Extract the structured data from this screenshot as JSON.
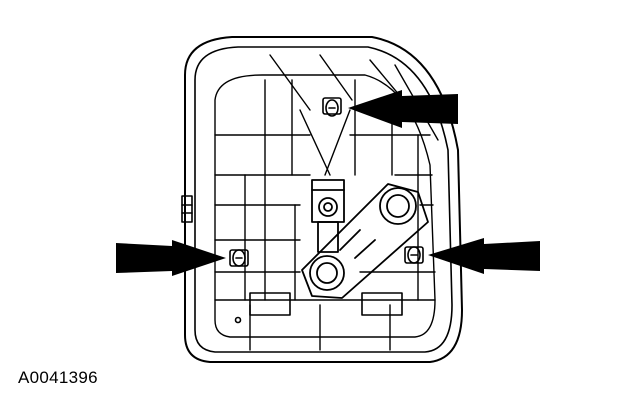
{
  "figure": {
    "reference_code": "A0041396",
    "subject": "rear-view-of-panel-with-clips",
    "callouts": [
      {
        "name": "upper-clip-arrow",
        "points_to": "upper-clip"
      },
      {
        "name": "left-clip-arrow",
        "points_to": "left-clip"
      },
      {
        "name": "right-clip-arrow",
        "points_to": "right-clip"
      }
    ],
    "colors": {
      "line": "#000000",
      "background": "#ffffff"
    }
  }
}
